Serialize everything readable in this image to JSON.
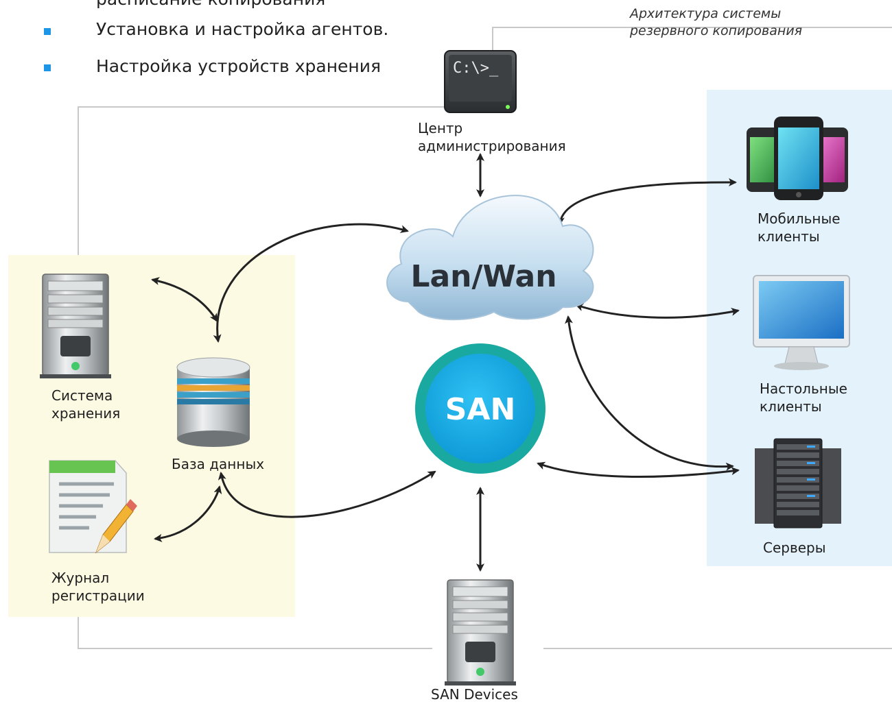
{
  "top": {
    "bullets": [
      {
        "text": "Установка и настройка агентов."
      },
      {
        "text": "Настройка устройств хранения"
      }
    ],
    "partial_line": "расписание копирования"
  },
  "caption": {
    "line1": "Архитектура системы",
    "line2": "резервного копирования"
  },
  "nodes": {
    "admin": {
      "line1": "Центр",
      "line2": "администрирования",
      "terminal_text": "C:\\>_",
      "icon": "terminal-icon"
    },
    "cloud": {
      "label": "Lan/Wan",
      "icon": "cloud-icon"
    },
    "san": {
      "label": "SAN",
      "icon": "san-circle-icon"
    },
    "storage": {
      "line1": "Система",
      "line2": "хранения",
      "icon": "server-tower-icon"
    },
    "database": {
      "label": "База данных",
      "icon": "database-icon"
    },
    "journal": {
      "line1": "Журнал",
      "line2": "регистрации",
      "icon": "document-pencil-icon"
    },
    "mobile": {
      "line1": "Мобильные",
      "line2": "клиенты",
      "icon": "smartphones-icon"
    },
    "desktop": {
      "line1": "Настольные",
      "line2": "клиенты",
      "icon": "monitor-icon"
    },
    "servers": {
      "label": "Серверы",
      "icon": "server-rack-icon"
    },
    "san_devices": {
      "label": "SAN Devices",
      "icon": "server-tower-icon"
    }
  },
  "colors": {
    "bullet": "#1e96e8",
    "panel_left": "#fcfae2",
    "panel_right": "#e3f2fb",
    "san_ring": "#1aa9a0",
    "san_fill": "#16a8e0",
    "connector": "#222222",
    "frame_line": "#c8c8c8"
  }
}
